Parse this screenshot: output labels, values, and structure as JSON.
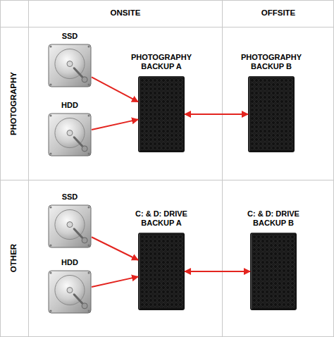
{
  "diagram": {
    "nodes": [
      {
        "text": [
          "SSD"
        ]
      },
      {
        "text": [
          "HDD"
        ]
      },
      {
        "text": [
          "PHOTOGRAPHY BACKUP A"
        ]
      },
      {
        "text": [
          "PHOTOGRAPHY BACKUP B"
        ]
      },
      {
        "text": [
          "SSD"
        ]
      },
      {
        "text": [
          "HDD"
        ]
      },
      {
        "text": [
          "C: & D: DRIVE BACKUP A"
        ]
      },
      {
        "text": [
          "C: & D: DRIVE BACKUP B"
        ]
      }
    ],
    "edges": [
      {
        "from": 0,
        "to": 2,
        "arrow": "to"
      },
      {
        "from": 1,
        "to": 2,
        "arrow": "to"
      },
      {
        "from": 2,
        "to": 3,
        "arrow": "both"
      },
      {
        "from": 4,
        "to": 6,
        "arrow": "to"
      },
      {
        "from": 5,
        "to": 6,
        "arrow": "to"
      },
      {
        "from": 6,
        "to": 7,
        "arrow": "both"
      }
    ],
    "labels": [
      "ONSITE",
      "OFFSITE",
      "PHOTOGRAPHY",
      "OTHER"
    ]
  }
}
